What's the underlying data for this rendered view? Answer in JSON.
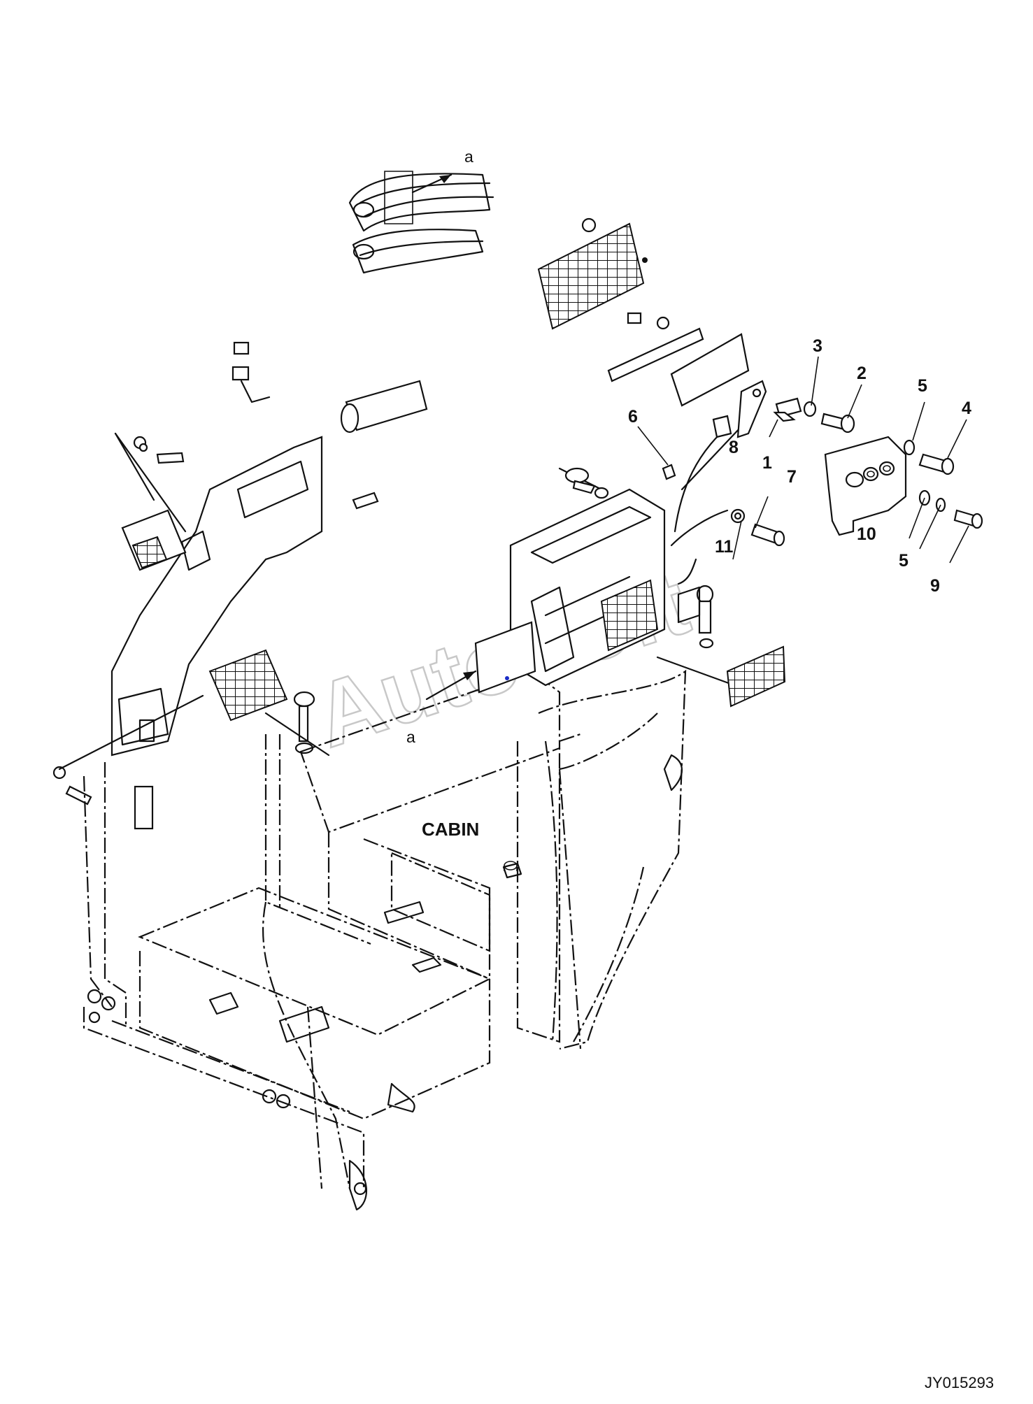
{
  "diagram": {
    "center_label": "CABIN",
    "drawing_code": "JY015293",
    "watermark": "AutoSoft",
    "callouts": [
      {
        "id": "c1",
        "text": "1"
      },
      {
        "id": "c2",
        "text": "2"
      },
      {
        "id": "c3",
        "text": "3"
      },
      {
        "id": "c4",
        "text": "4"
      },
      {
        "id": "c5a",
        "text": "5"
      },
      {
        "id": "c5b",
        "text": "5"
      },
      {
        "id": "c6",
        "text": "6"
      },
      {
        "id": "c7",
        "text": "7"
      },
      {
        "id": "c8",
        "text": "8"
      },
      {
        "id": "c9",
        "text": "9"
      },
      {
        "id": "c10",
        "text": "10"
      },
      {
        "id": "c11",
        "text": "11"
      }
    ],
    "view_markers": [
      {
        "id": "a-top",
        "text": "a"
      },
      {
        "id": "a-bottom",
        "text": "a"
      }
    ],
    "colors": {
      "line": "#111111",
      "background": "#ffffff",
      "watermark": "#c8c8c8"
    }
  }
}
